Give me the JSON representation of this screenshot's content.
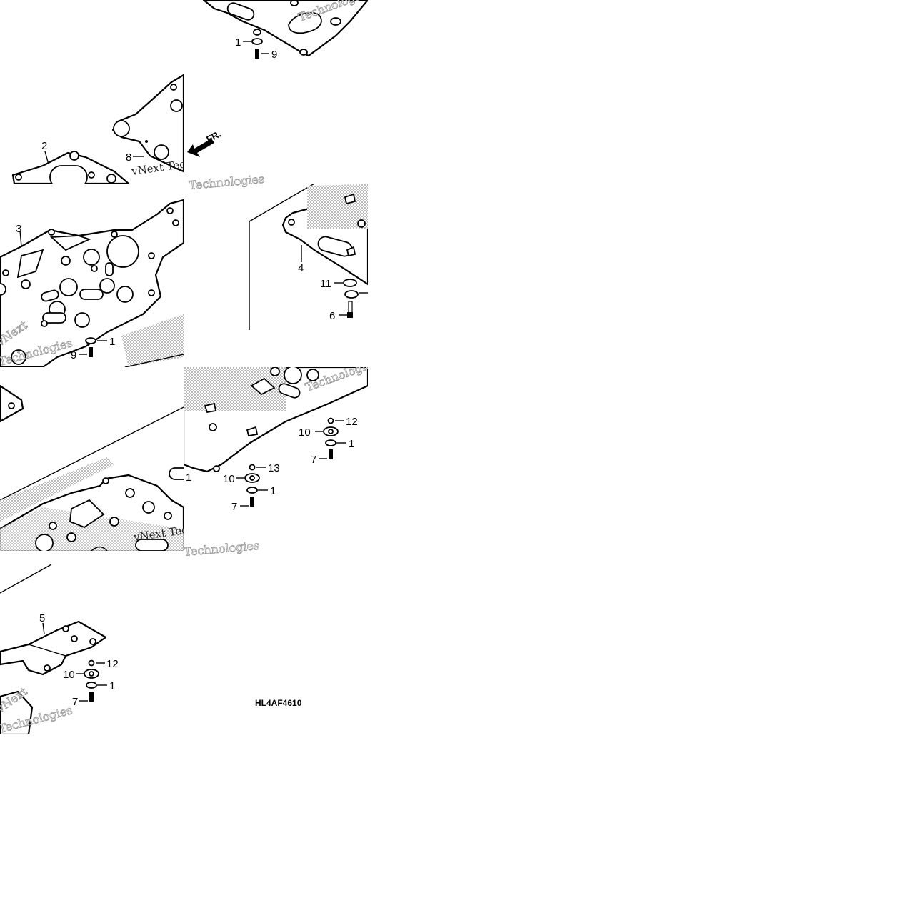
{
  "diagram": {
    "code": "HL4AF4610",
    "direction_label": "FR.",
    "watermark": {
      "line1": "vNext",
      "line2": "Technologies",
      "inline": "vNext Tec"
    },
    "callouts": {
      "c_1a": "1",
      "c_9a": "9",
      "c_2": "2",
      "c_8": "8",
      "c_3": "3",
      "c_1b": "1",
      "c_9b": "9",
      "c_4": "4",
      "c_11": "11",
      "c_6": "6",
      "c_12a": "12",
      "c_10a": "10",
      "c_1c": "1",
      "c_7a": "7",
      "c_13": "13",
      "c_10b": "10",
      "c_1d": "1",
      "c_7b": "7",
      "c_1e": "1",
      "c_5": "5",
      "c_12b": "12",
      "c_10c": "10",
      "c_1f": "1",
      "c_7c": "7"
    }
  }
}
